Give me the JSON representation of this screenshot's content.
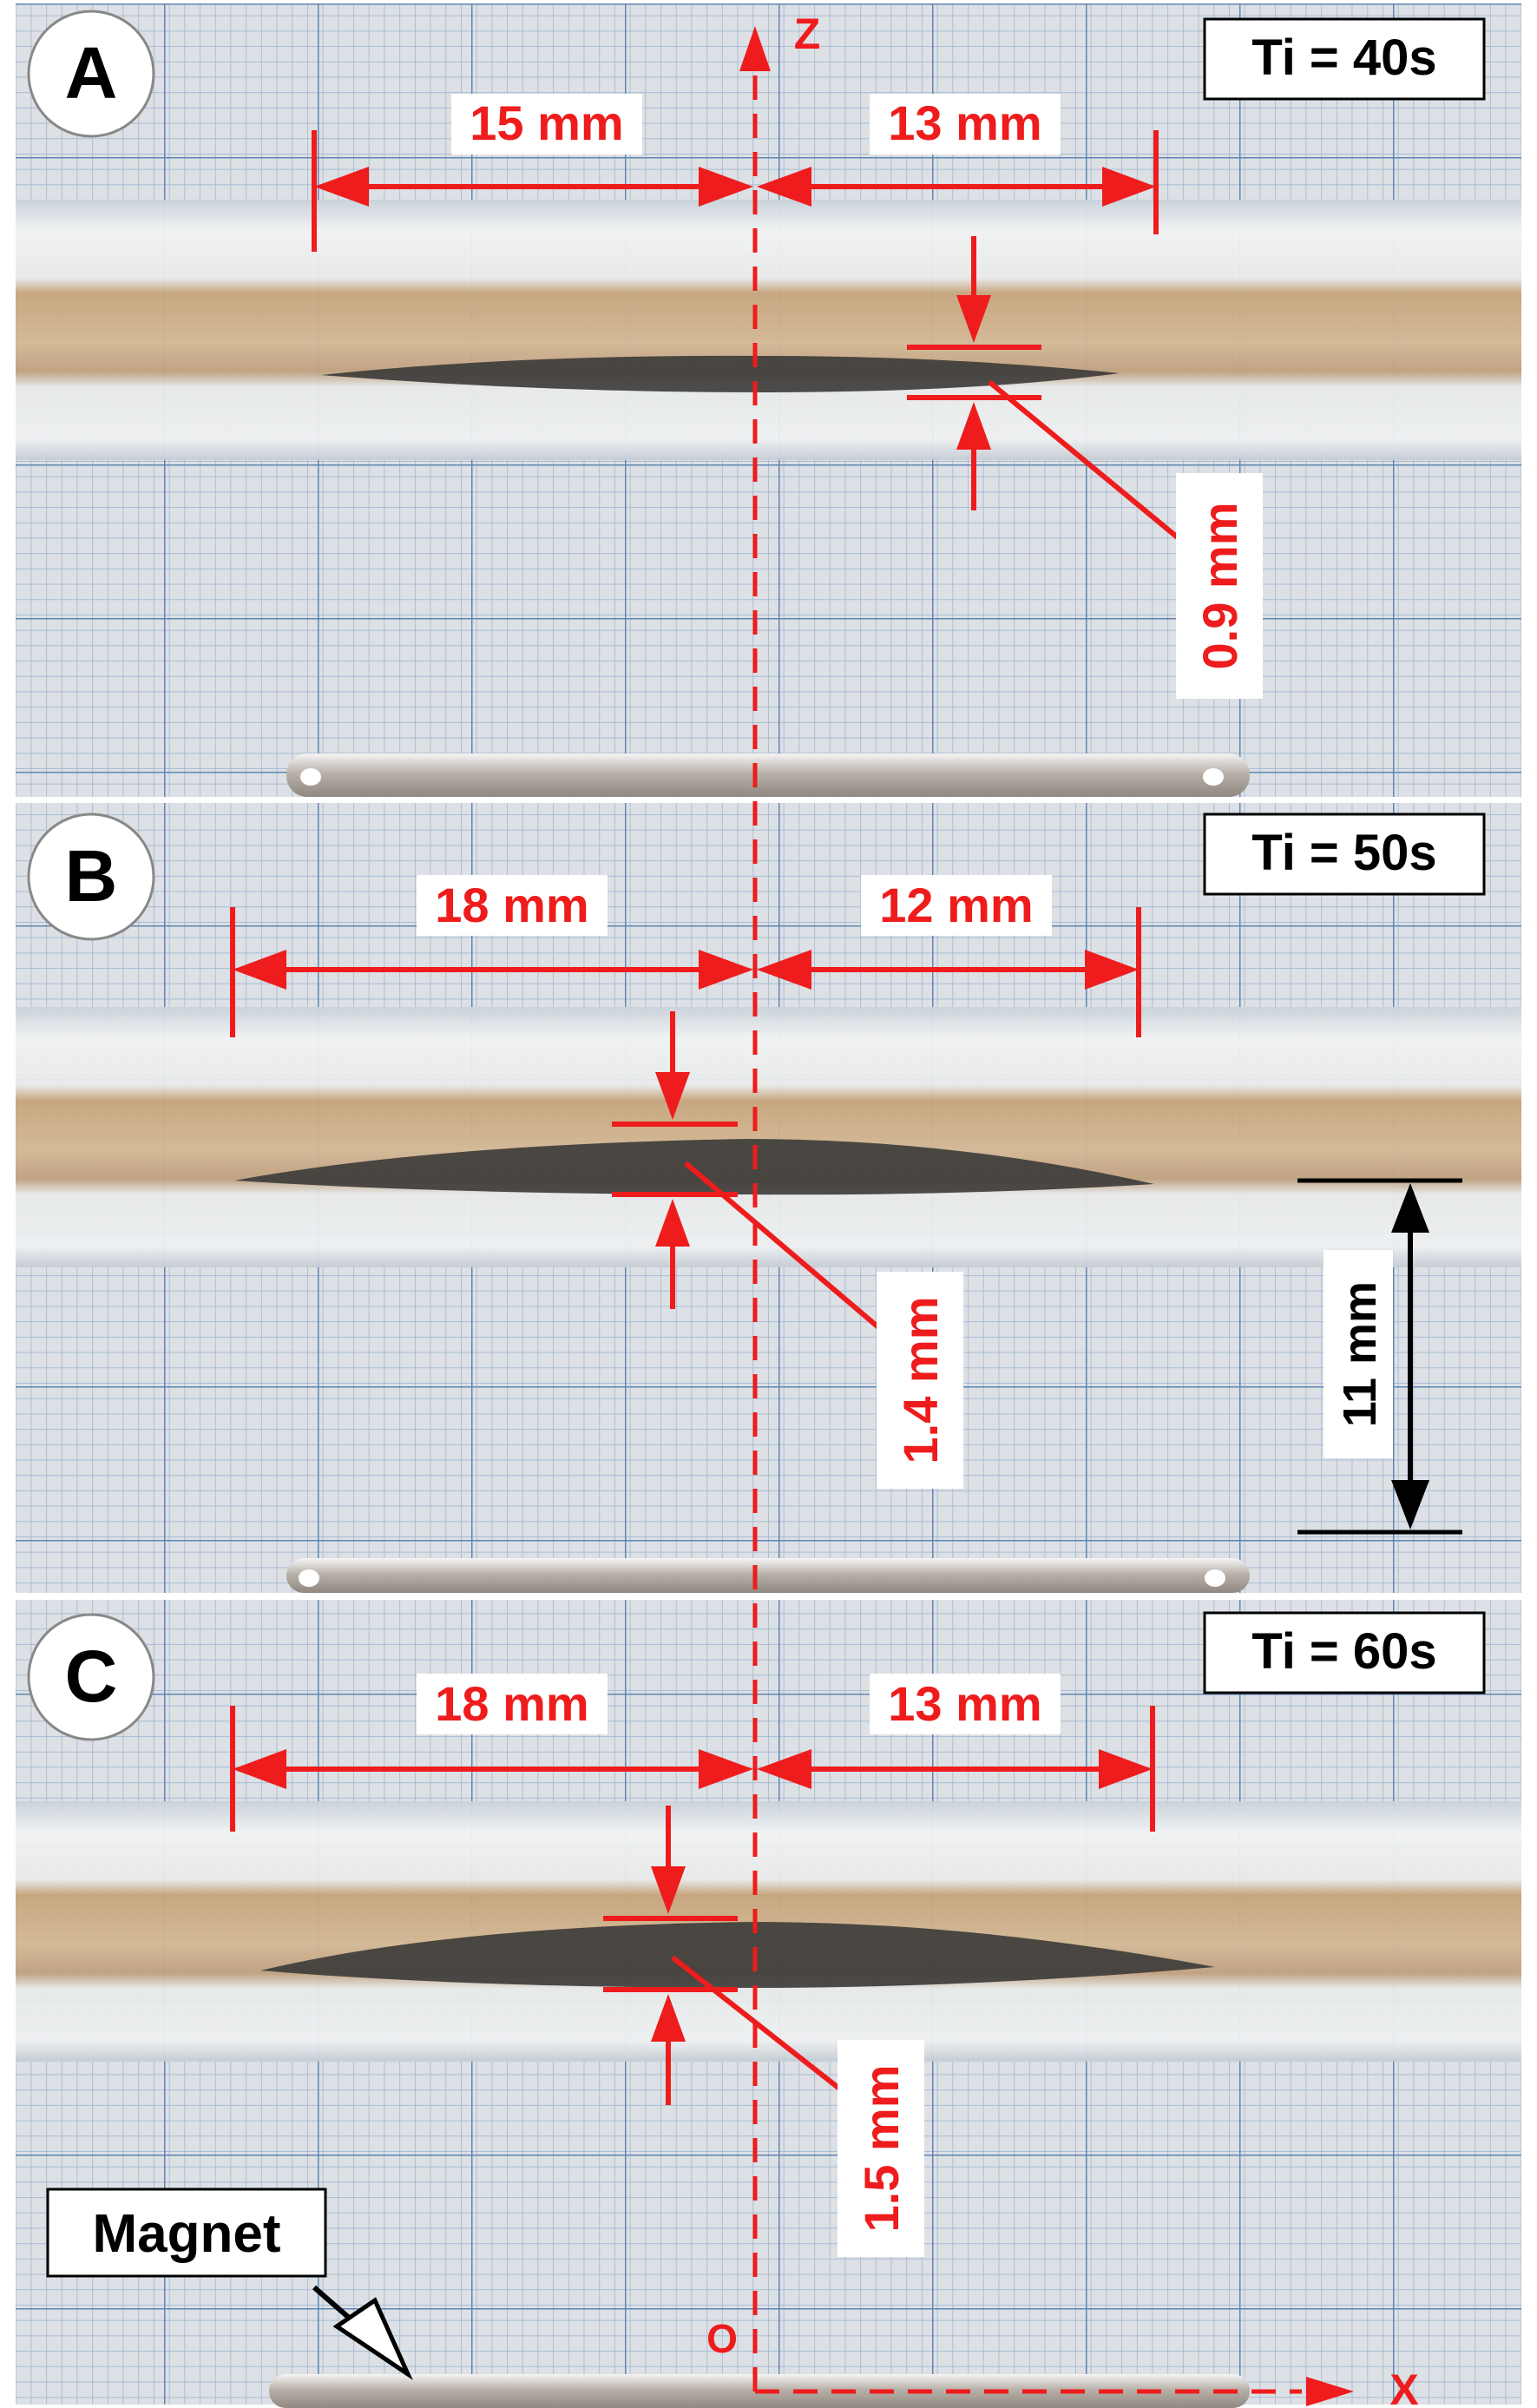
{
  "colors": {
    "grid_bg": "#d9dde2",
    "grid_minor": "#9fb8d3",
    "grid_major": "#5f86b3",
    "tube_light": "#e3e6e8",
    "tube_band": "#c8aa84",
    "fluid_dark": "#3b3a38",
    "annotation": "#ee1c1c",
    "black": "#000000"
  },
  "axes": {
    "z_label": "Z",
    "x_label": "X",
    "origin_label": "O"
  },
  "panels": [
    {
      "letter": "A",
      "time": "Ti = 40s",
      "left_length": "15 mm",
      "right_length": "13 mm",
      "thickness": "0.9 mm"
    },
    {
      "letter": "B",
      "time": "Ti = 50s",
      "left_length": "18 mm",
      "right_length": "12 mm",
      "thickness": "1.4 mm"
    },
    {
      "letter": "C",
      "time": "Ti = 60s",
      "left_length": "18 mm",
      "right_length": "13 mm",
      "thickness": "1.5 mm"
    }
  ],
  "scale_bar": {
    "label": "11 mm"
  },
  "magnet_label": "Magnet"
}
